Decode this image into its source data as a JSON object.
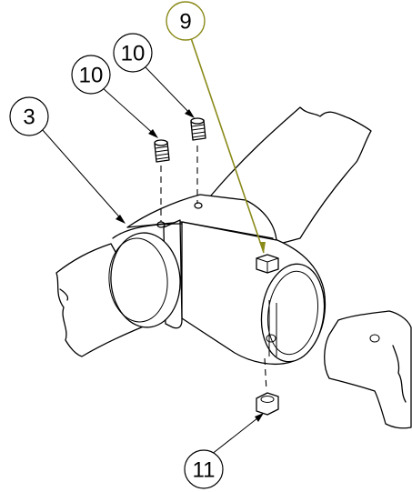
{
  "callouts": [
    {
      "id": "c9",
      "label": "9",
      "color": "#8a8a1a"
    },
    {
      "id": "c10a",
      "label": "10",
      "color": "#000000"
    },
    {
      "id": "c10b",
      "label": "10",
      "color": "#000000"
    },
    {
      "id": "c3",
      "label": "3",
      "color": "#000000"
    },
    {
      "id": "c11",
      "label": "11",
      "color": "#000000"
    }
  ]
}
